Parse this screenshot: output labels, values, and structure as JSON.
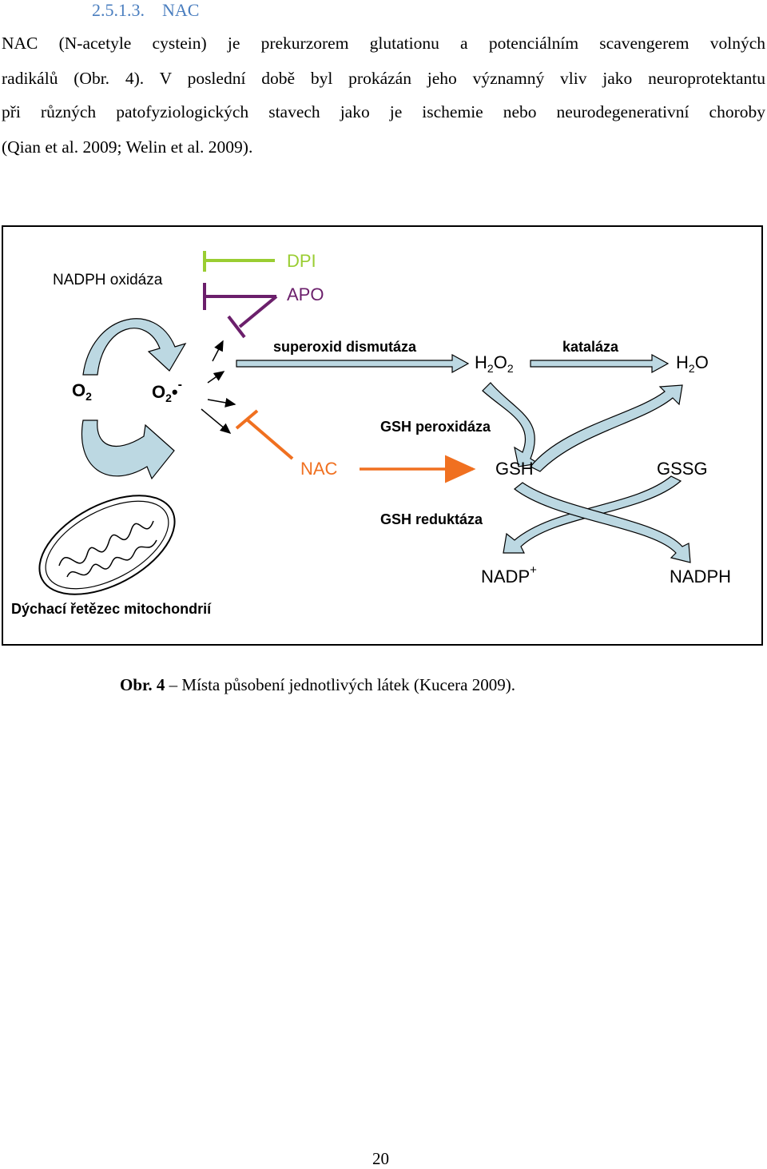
{
  "heading": {
    "number": "2.5.1.3.",
    "title": "NAC"
  },
  "paragraph": {
    "line1": "NAC (N-acetyle cystein) je prekurzorem glutationu a potenciálním scavengerem volných",
    "line2": "radikálů (Obr. 4). V poslední době byl prokázán jeho významný vliv jako neuroprotektantu",
    "line3": "při různých patofyziologických stavech jako je ischemie nebo neurodegenerativní choroby",
    "line4": "(Qian et al. 2009; Welin et al. 2009)."
  },
  "figure": {
    "labels": {
      "nadph_oxidase": "NADPH oxidáza",
      "dpi": "DPI",
      "apo": "APO",
      "superoxide_dismutase": "superoxid dismutáza",
      "catalase": "kataláza",
      "gsh_peroxidase": "GSH peroxidáza",
      "gsh_reductase": "GSH reduktáza",
      "nac": "NAC",
      "gsh": "GSH",
      "gssg": "GSSG",
      "nadp_plus": "NADP",
      "nadp_plus_sup": "+",
      "nadph": "NADPH",
      "respiratory_chain": "Dýchací řetězec mitochondrií",
      "o2": "O",
      "o2_sub": "2",
      "superoxide": "O",
      "superoxide_sub": "2",
      "superoxide_sup": "-",
      "h2o2_h": "H",
      "h2o2_sub1": "2",
      "h2o2_o": "O",
      "h2o2_sub2": "2",
      "h2o_h": "H",
      "h2o_sub": "2",
      "h2o_o": "O"
    },
    "colors": {
      "dpi": "#9acd32",
      "apo": "#6b1f6b",
      "nac": "#f07020",
      "arrow_fill": "#bcd8e2",
      "arrow_stroke": "#000000"
    }
  },
  "caption": {
    "label": "Obr. 4",
    "text": " – Místa působení jednotlivých látek (Kucera 2009)."
  },
  "page_number": "20"
}
